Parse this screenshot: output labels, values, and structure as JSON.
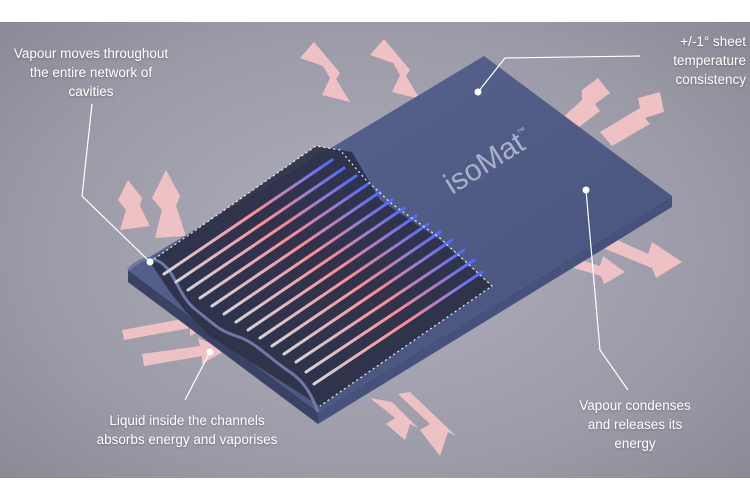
{
  "callouts": {
    "vapour_moves": [
      "Vapour moves throughout",
      "the entire network of",
      "cavities"
    ],
    "temperature": [
      "+/-1° sheet",
      "temperature",
      "consistency"
    ],
    "liquid": [
      "Liquid inside the channels",
      "absorbs energy and vaporises"
    ],
    "condenses": [
      "Vapour condenses",
      "and releases its",
      "energy"
    ]
  },
  "brand": {
    "text": "isoMat",
    "mark": "™"
  },
  "colors": {
    "background": "#9a9aa6",
    "plate": "#4e5a84",
    "arrow": "#f4c9cb",
    "channel_hot": "#ff6b7a",
    "channel_cool": "#6f8dff",
    "annotation": "#ffffff"
  }
}
